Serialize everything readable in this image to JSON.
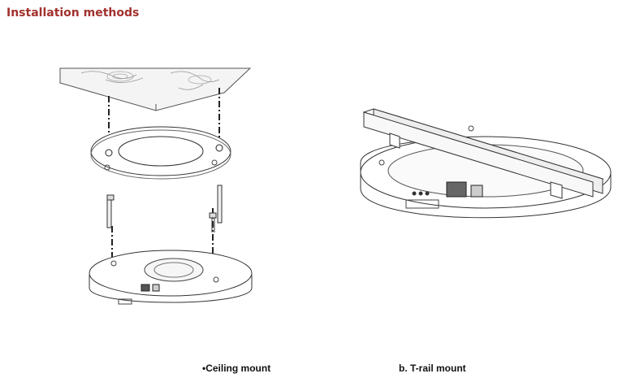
{
  "heading": "Installation methods",
  "colors": {
    "heading": "#a2312e",
    "line": "#333333",
    "caption": "#111111"
  },
  "figures": [
    {
      "illustration": "ceiling-mount-exploded-view",
      "caption": "•Ceiling mount"
    },
    {
      "illustration": "t-rail-mount-view",
      "caption": "b. T-rail mount"
    }
  ]
}
